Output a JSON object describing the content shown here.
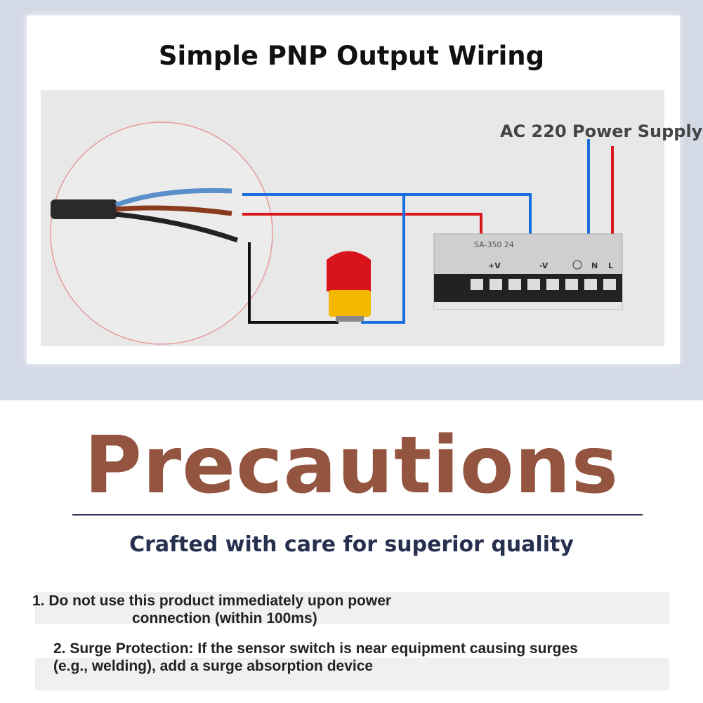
{
  "diagram": {
    "title": "Simple PNP Output Wiring",
    "power_label": "AC 220 Power Supply",
    "psu": {
      "model": "SA-350 24",
      "terminals": [
        "+V",
        "-V",
        "N",
        "L"
      ]
    },
    "colors": {
      "blue_wire": "#1a6fe0",
      "red_wire": "#d9161c",
      "black_wire": "#111111",
      "brown_wire": "#8a3b1e",
      "lamp_red": "#d8141a",
      "lamp_yellow": "#f5b800"
    }
  },
  "precautions": {
    "heading": "Precautions",
    "subtitle": "Crafted with care for superior quality",
    "items": [
      {
        "line1": "1. Do not use this product immediately upon power",
        "line2": "connection (within 100ms)"
      },
      {
        "line1": "2. Surge Protection: If the sensor switch is near equipment causing surges",
        "line2": "(e.g., welding), add a surge absorption device"
      }
    ]
  }
}
